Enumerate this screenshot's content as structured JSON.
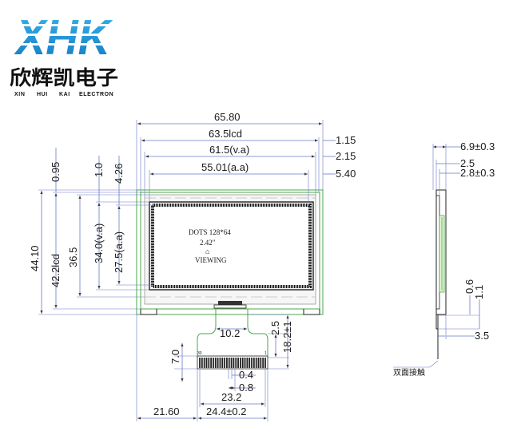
{
  "brand": {
    "logo_text": "XHK",
    "name_cn": "欣辉凯电子",
    "name_en": [
      "XIN",
      "HUI",
      "KAI",
      "ELECTRON"
    ],
    "logo_color": "#1f9ad8"
  },
  "front_view": {
    "screen_text": {
      "line1": "DOTS 128*64",
      "line2": "2.42\"",
      "arrow": "⌂",
      "line3": "VIEWING"
    },
    "top_dims": [
      "65.80",
      "63.5lcd",
      "61.5(v.a)",
      "55.01(a.a)"
    ],
    "right_dims": [
      "1.15",
      "2.15",
      "5.40"
    ],
    "vertical_dims": [
      "0.95",
      "1.0",
      "4.26",
      "44.10",
      "42.2lcd",
      "36.5",
      "34.0(v.a)",
      "27.5(a.a)"
    ],
    "fpc_dims": [
      "10.2",
      "2.5",
      "18.2±1",
      "7.0",
      "0.4",
      "0.8",
      "23.2"
    ],
    "bottom_dims": [
      "21.60",
      "24.4±0.2"
    ],
    "pin_labels": [
      "30",
      "1"
    ]
  },
  "side_view": {
    "top_dims": [
      "6.9±0.3",
      "2.5",
      "2.8±0.3"
    ],
    "bottom_dims": [
      "0.6",
      "1.1",
      "3.5"
    ],
    "tape_label": "双面接触"
  },
  "colors": {
    "dimension_line": "#6a78c8",
    "outline_green": "#4aa84a"
  }
}
